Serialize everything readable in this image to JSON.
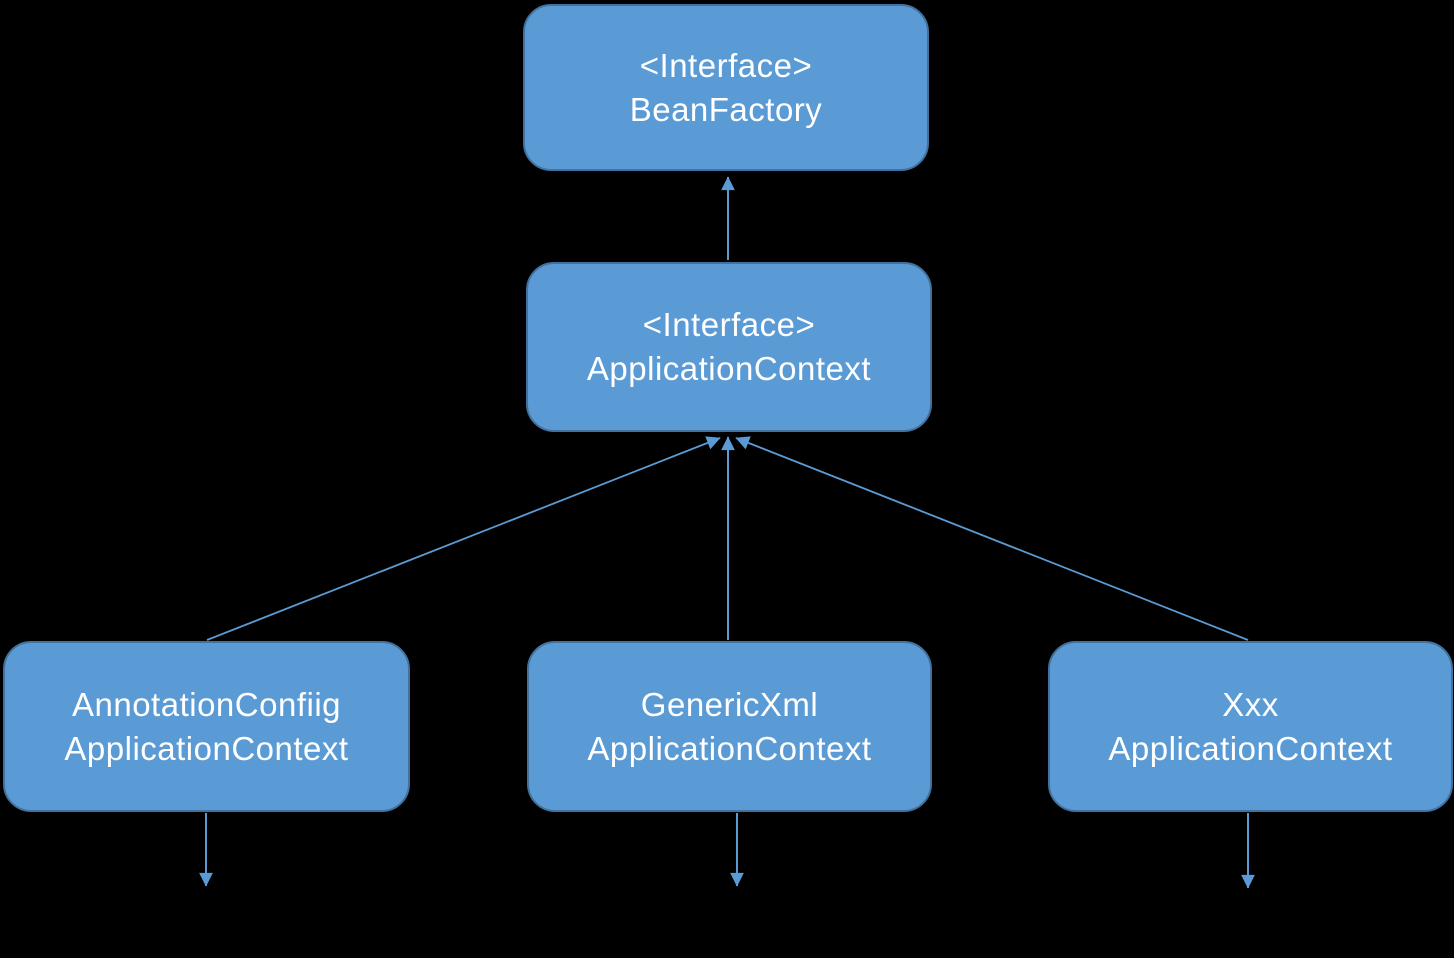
{
  "diagram": {
    "colors": {
      "background": "#000000",
      "node_fill": "#5b9bd5",
      "node_border": "#41719c",
      "node_text": "#ffffff",
      "arrow": "#5b9bd5"
    },
    "nodes": {
      "bean_factory": {
        "line1": "<Interface>",
        "line2": "BeanFactory"
      },
      "application_context": {
        "line1": "<Interface>",
        "line2": "ApplicationContext"
      },
      "annotation_config_application_context": {
        "line1": "AnnotationConfiig",
        "line2": "ApplicationContext"
      },
      "generic_xml_application_context": {
        "line1": "GenericXml",
        "line2": "ApplicationContext"
      },
      "xxx_application_context": {
        "line1": "Xxx",
        "line2": "ApplicationContext"
      }
    },
    "edges": [
      {
        "from": "application_context",
        "to": "bean_factory",
        "style": "solid",
        "arrowhead": "filled-triangle"
      },
      {
        "from": "annotation_config_application_context",
        "to": "application_context",
        "style": "solid",
        "arrowhead": "filled-triangle"
      },
      {
        "from": "generic_xml_application_context",
        "to": "application_context",
        "style": "solid",
        "arrowhead": "filled-triangle"
      },
      {
        "from": "xxx_application_context",
        "to": "application_context",
        "style": "solid",
        "arrowhead": "filled-triangle"
      },
      {
        "from": "annotation_config_application_context",
        "to": null,
        "direction": "down",
        "style": "solid",
        "arrowhead": "filled-triangle"
      },
      {
        "from": "generic_xml_application_context",
        "to": null,
        "direction": "down",
        "style": "solid",
        "arrowhead": "filled-triangle"
      },
      {
        "from": "xxx_application_context",
        "to": null,
        "direction": "down",
        "style": "solid",
        "arrowhead": "filled-triangle"
      }
    ]
  }
}
